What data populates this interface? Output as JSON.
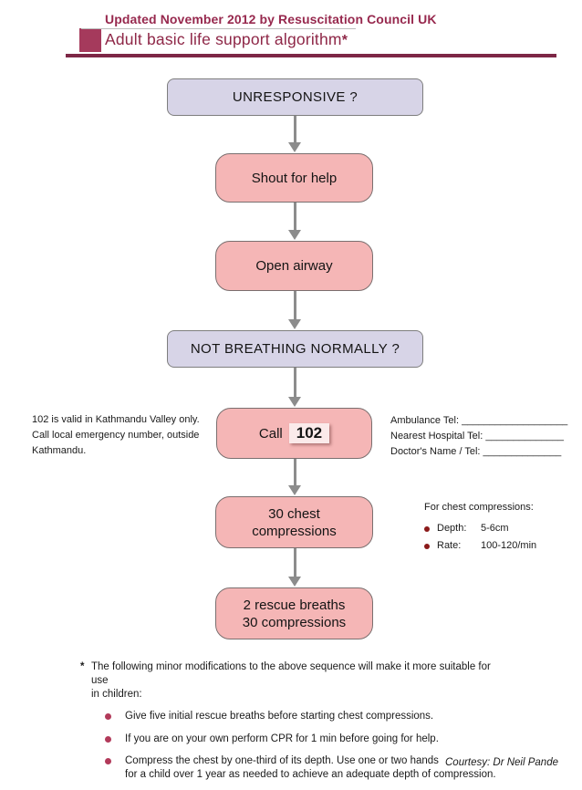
{
  "header": {
    "updated_line": "Updated November 2012 by Resuscitation Council UK",
    "title": "Adult basic life support algorithm",
    "title_asterisk": "*"
  },
  "colors": {
    "maroon_accent": "#8e2747",
    "assessment_box_fill": "#d7d4e7",
    "action_box_fill": "#f5b6b6",
    "arrow_gray": "#8c8c8c",
    "depth_rate_bullet": "#8b1a1a",
    "footnote_bullet": "#b23a5a"
  },
  "flowchart": {
    "boxes": [
      {
        "label": "UNRESPONSIVE ?"
      },
      {
        "label": "Shout for help"
      },
      {
        "label": "Open airway"
      },
      {
        "label": "NOT BREATHING NORMALLY ?"
      },
      {
        "prefix": "Call",
        "number": "102"
      },
      {
        "line1": "30 chest",
        "line2": "compressions"
      },
      {
        "line1": "2 rescue breaths",
        "line2": "30 compressions"
      }
    ]
  },
  "call_note": {
    "lines": [
      "102 is valid in Kathmandu Valley only.",
      "Call local emergency number, outside",
      "Kathmandu."
    ]
  },
  "tel_block": {
    "lines": [
      "Ambulance Tel: ___________________",
      "Nearest Hospital Tel: ______________",
      "Doctor's Name / Tel: ______________"
    ]
  },
  "compression_note": {
    "title": "For chest compressions:",
    "items": [
      {
        "label": "Depth:",
        "value": "5-6cm"
      },
      {
        "label": "Rate:",
        "value": "100-120/min"
      }
    ]
  },
  "footnote": {
    "asterisk": "*",
    "intro_line1": "The following minor modifications to the above sequence will make it more suitable for use",
    "intro_line2": "in children:",
    "bullets": [
      {
        "line1": "Give five initial rescue breaths before starting chest compressions.",
        "line2": ""
      },
      {
        "line1": "If you are on your own perform CPR for 1 min before going for help.",
        "line2": ""
      },
      {
        "line1": "Compress the chest by one-third of its depth.  Use one or two hands",
        "line2": "for a child over 1 year as needed to achieve an adequate depth of compression."
      }
    ]
  },
  "courtesy": "Courtesy: Dr Neil Pande"
}
